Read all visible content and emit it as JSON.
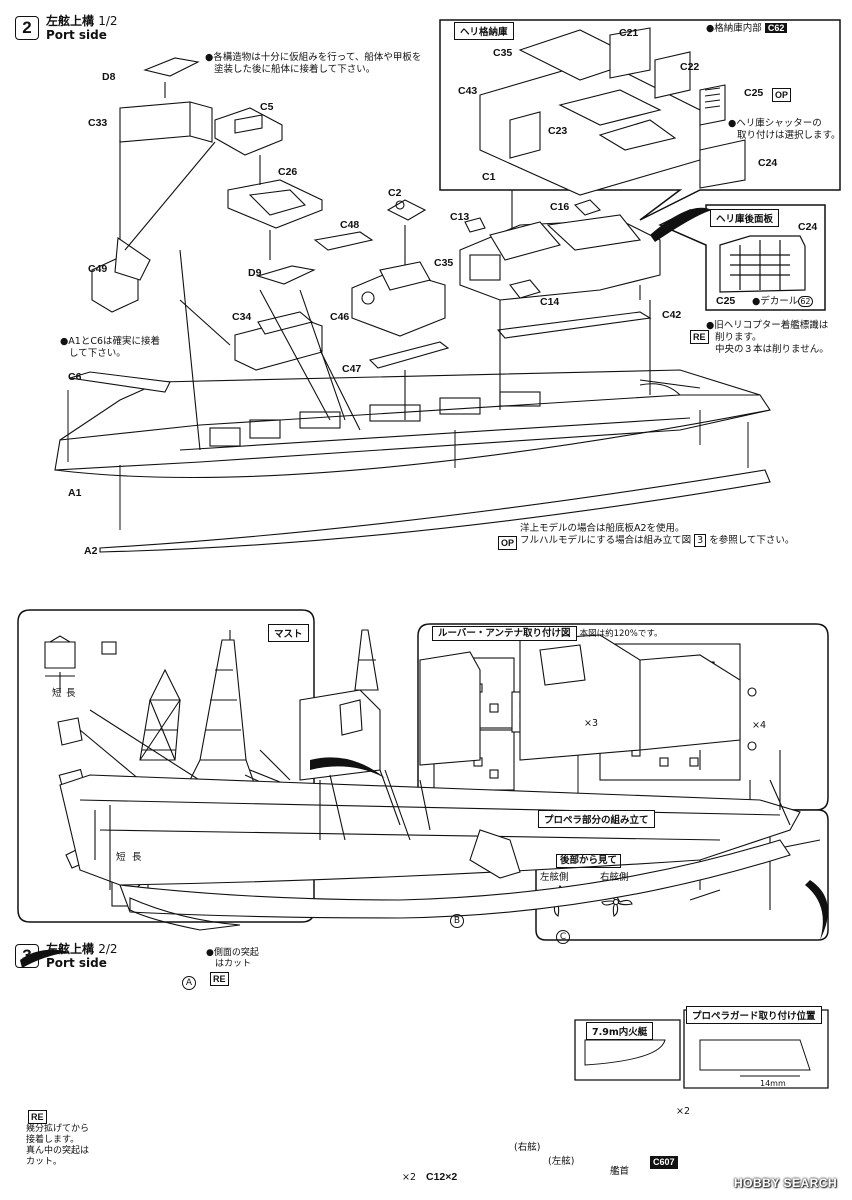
{
  "step2": {
    "number": "2",
    "title_jp": "左舷上構",
    "title_page": "1/2",
    "title_en": "Port side",
    "note_main_1": "●各構造物は十分に仮組みを行って、船体や甲板を",
    "note_main_2": "塗装した後に船体に接着して下さい。",
    "note_a1c6_1": "●A1とC6は確実に接着",
    "note_a1c6_2": "して下さい。",
    "note_heli_1": "●旧ヘリコプター着艦標識は",
    "note_heli_2": "削ります。",
    "note_heli_3": "中央の３本は削りません。",
    "note_op_1": "洋上モデルの場合は船底板A2を使用。",
    "note_op_2": "フルハルモデルにする場合は組み立て図",
    "note_op_ref": "3",
    "note_op_3": "を参照して下さい。",
    "badge_re": "RE",
    "badge_op": "OP",
    "hangar_box_title": "ヘリ格納庫",
    "hangar_interior": "●格納庫内部",
    "hangar_interior_code": "C62",
    "shutter_note_1": "●ヘリ庫シャッターの",
    "shutter_note_2": "取り付けは選択します。",
    "rear_box_title": "ヘリ庫後面板",
    "decal_label": "デカール",
    "decal_num": "62",
    "labels": [
      "D8",
      "C33",
      "C5",
      "C26",
      "C49",
      "D9",
      "C34",
      "C2",
      "C48",
      "C46",
      "C47",
      "C1",
      "C13",
      "C35",
      "C16",
      "C14",
      "C42",
      "C6",
      "A1",
      "A2",
      "C35",
      "C21",
      "C22",
      "C43",
      "C23",
      "C25",
      "C24",
      "C24",
      "C25"
    ]
  },
  "step3": {
    "number": "3",
    "title_jp": "左舷上構",
    "title_page": "2/2",
    "title_en": "Port side",
    "mast_box_title": "マスト",
    "louver_box_title": "ルーバー・アンテナ取り付け図",
    "louver_box_note": "本図は約120%です。",
    "prop_box_title": "プロペラ部分の組み立て",
    "prop_view_label": "後部から見て",
    "prop_port": "左舷側",
    "prop_stbd": "右舷側",
    "guard_box_title": "プロペラガード取り付け位置",
    "guard_dim": "14mm",
    "boat_box_title": "7.9m内火艇",
    "boat_bow": "艦首",
    "boat_code": "C607",
    "side_cut_1": "●側面の突起",
    "side_cut_2": "はカット",
    "short_label": "短",
    "long_label": "長",
    "b31_note_1": "幾分拡げてから",
    "b31_note_2": "接着します。",
    "b31_note_3": "真ん中の突起は",
    "b31_note_4": "カット。",
    "f6_note": "(右舷)",
    "f7_note": "(左舷)",
    "mult_x2": "×2",
    "mult_x3": "×3",
    "mult_x4": "×4",
    "mult_c12": "C12×2",
    "circle_a": "A",
    "circle_b": "B",
    "circle_c": "C"
  },
  "watermark": "HOBBY SEARCH",
  "colors": {
    "ink": "#111111",
    "paper": "#ffffff",
    "badge_dark": "#111111"
  }
}
